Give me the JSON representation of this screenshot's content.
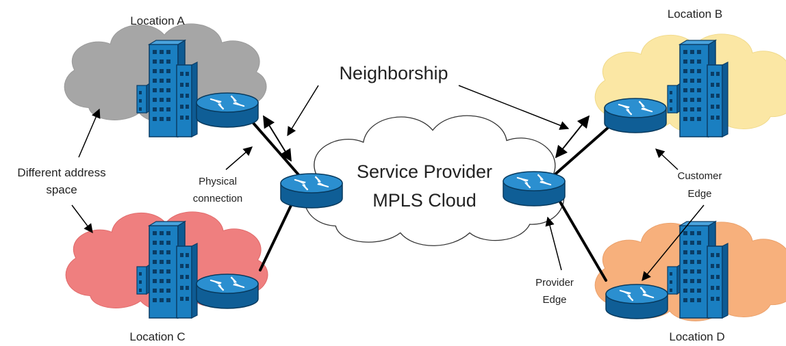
{
  "labels": {
    "location_a": "Location A",
    "location_b": "Location B",
    "location_c": "Location C",
    "location_d": "Location D",
    "neighborship": "Neighborship",
    "different_address_line1": "Different address",
    "different_address_line2": "space",
    "physical_line1": "Physical",
    "physical_line2": "connection",
    "cloud_line1": "Service Provider",
    "cloud_line2": "MPLS Cloud",
    "customer_line1": "Customer",
    "customer_line2": "Edge",
    "provider_line1": "Provider",
    "provider_line2": "Edge"
  },
  "colors": {
    "cloud_a": "#a6a6a6",
    "cloud_b": "#fbe7a4",
    "cloud_c": "#ef7f7f",
    "cloud_d": "#f7b07c",
    "sp_cloud": "#ffffff",
    "building": "#1a7fc1",
    "router": "#1e7fbf"
  },
  "icons": {
    "building": "building-icon",
    "router": "router-icon",
    "cloud": "cloud-icon"
  }
}
